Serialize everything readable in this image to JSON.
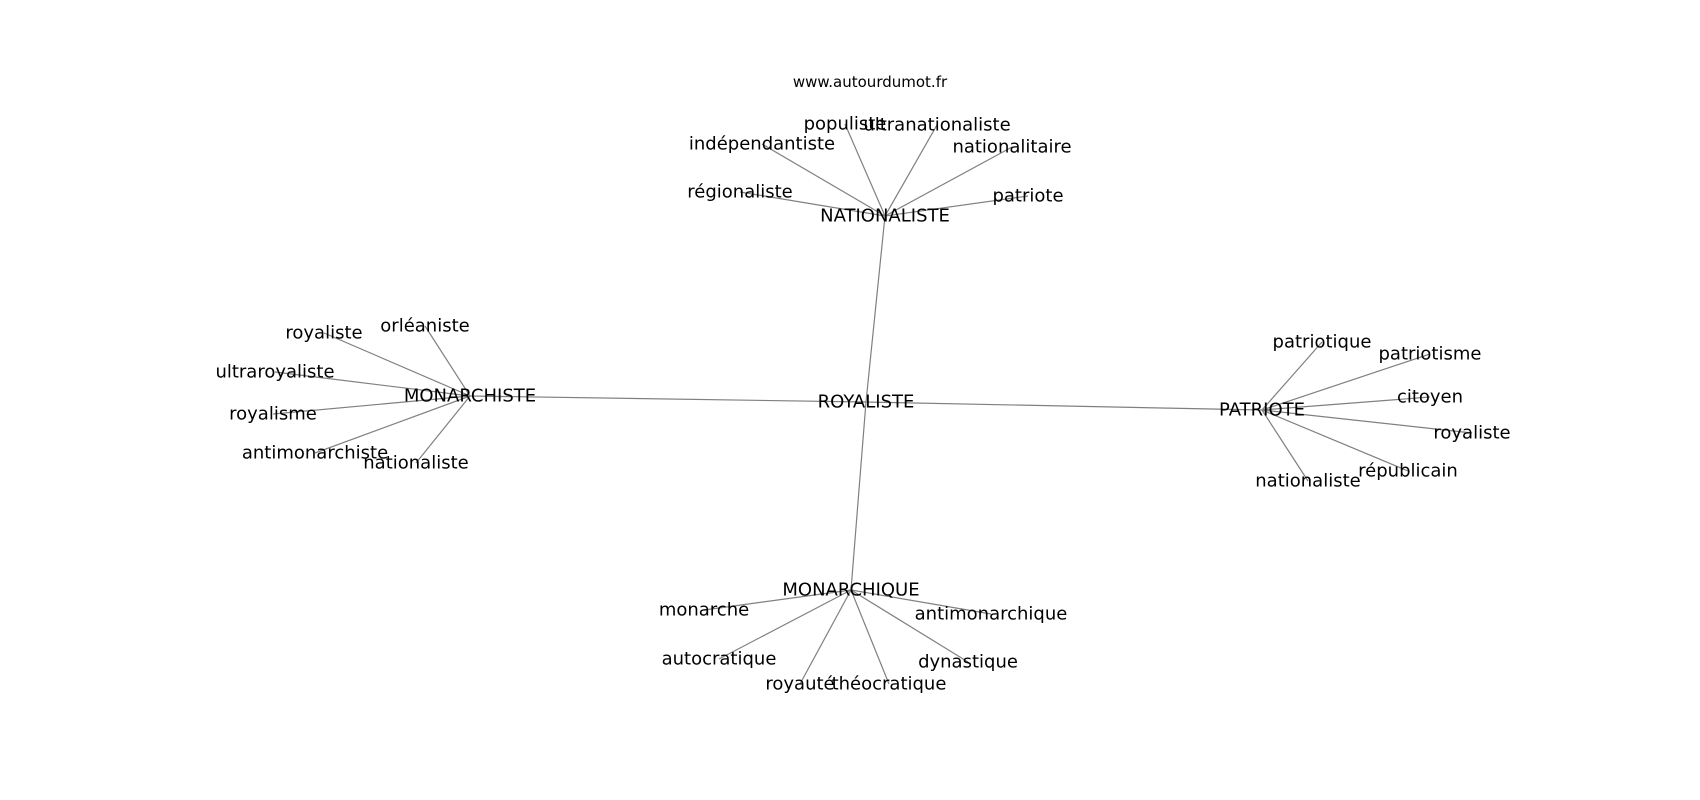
{
  "source": "www.autourdumot.fr",
  "graph": {
    "center": "ROYALISTE",
    "clusters": [
      {
        "hub": "NATIONALISTE",
        "words": [
          "populiste",
          "ultranationaliste",
          "indépendantiste",
          "nationalitaire",
          "régionaliste",
          "patriote"
        ]
      },
      {
        "hub": "MONARCHISTE",
        "words": [
          "royaliste",
          "orléaniste",
          "ultraroyaliste",
          "royalisme",
          "antimonarchiste",
          "nationaliste"
        ]
      },
      {
        "hub": "PATRIOTE",
        "words": [
          "patriotique",
          "patriotisme",
          "citoyen",
          "royaliste",
          "républicain",
          "nationaliste"
        ]
      },
      {
        "hub": "MONARCHIQUE",
        "words": [
          "monarche",
          "antimonarchique",
          "autocratique",
          "dynastique",
          "royauté",
          "théocratique"
        ]
      }
    ]
  }
}
